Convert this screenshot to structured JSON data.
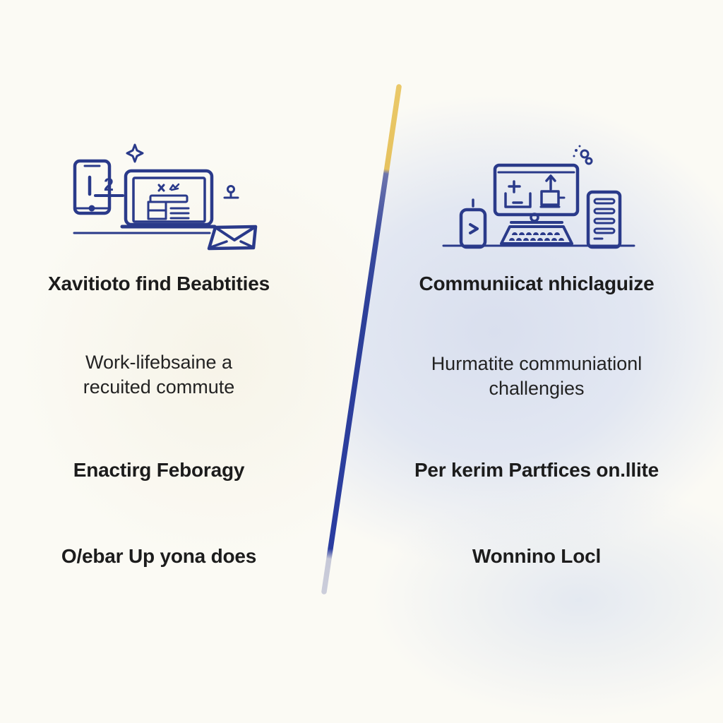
{
  "palette": {
    "line_art_navy": "#2a3a8a",
    "divider_yellow": "#e8c662",
    "divider_slate": "#6d75ad",
    "divider_blue": "#2c3f9b",
    "divider_fade": "#c9cbda",
    "background": "#fbfaf4",
    "right_tint": "#dce2ef",
    "text_color": "#1c1c1c"
  },
  "divider": {
    "name": "angled-divider-line"
  },
  "left_column": {
    "illustration": {
      "name": "phone-laptop-envelope-illustration",
      "phone_badge": "2"
    },
    "items": [
      {
        "text": "Xavitioto find Beabtities",
        "style": "heading"
      },
      {
        "text": "Work-lifebsaine a\nrecuited commute",
        "style": "body"
      },
      {
        "text": "Enactirg Feboragy",
        "style": "heading"
      },
      {
        "text": "O/ebar Up yona does",
        "style": "heading"
      }
    ]
  },
  "right_column": {
    "illustration": {
      "name": "desktop-workstation-illustration"
    },
    "items": [
      {
        "text": "Communiicat nhiclaguize",
        "style": "heading"
      },
      {
        "text": "Hurmatite communiationl\nchallengies",
        "style": "body"
      },
      {
        "text": "Per kerim Partfices on.llite",
        "style": "heading"
      },
      {
        "text": "Wonnino Locl",
        "style": "heading"
      }
    ]
  }
}
